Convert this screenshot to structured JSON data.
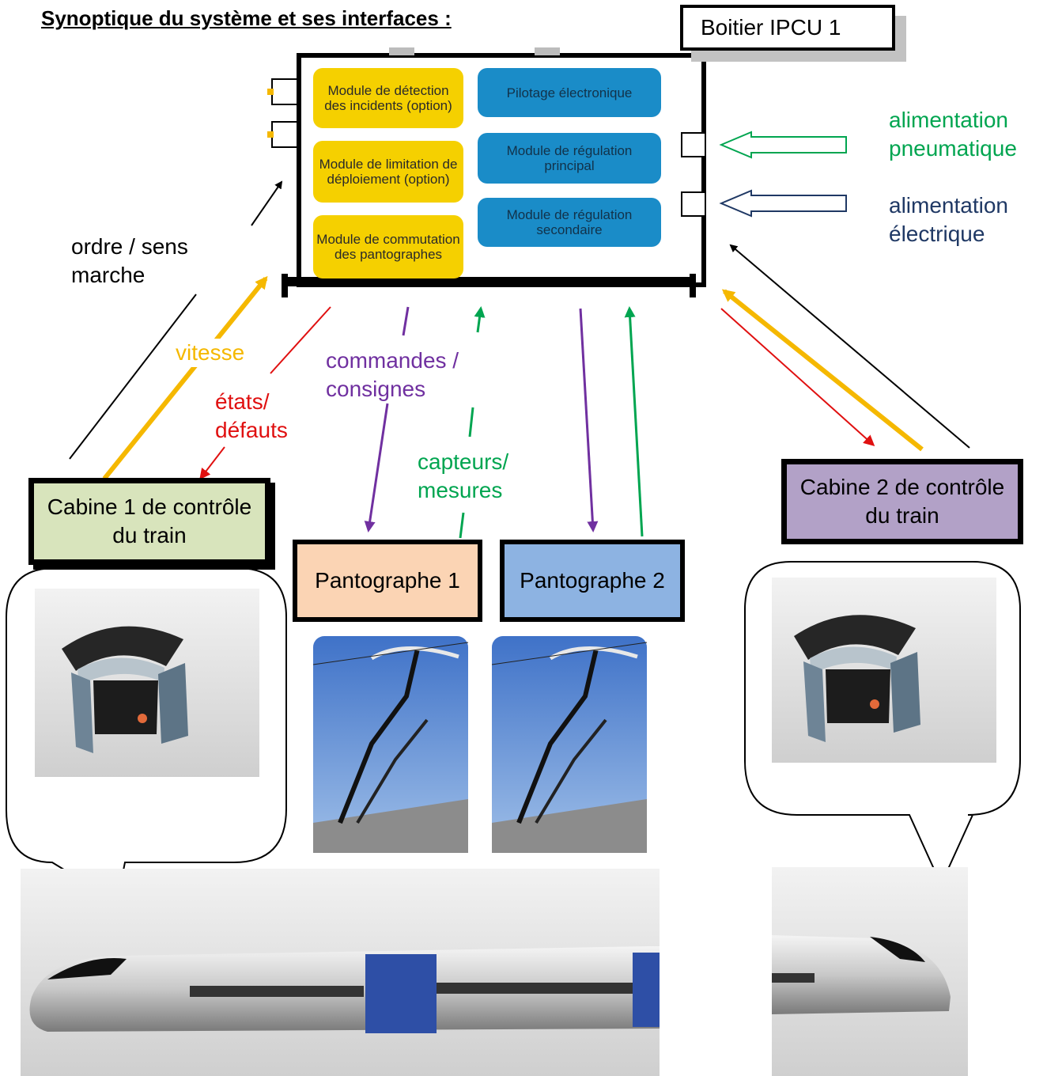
{
  "title": "Synoptique du système et ses interfaces :",
  "ipcu_box": {
    "label": "Boitier IPCU 1"
  },
  "modules": {
    "detection": "Module de détection des incidents (option)",
    "limitation": "Module de limitation de déploiement (option)",
    "commutation": "Module de commutation des pantographes",
    "pilotage": "Pilotage électronique",
    "regulation_principal": "Module de régulation principal",
    "regulation_secondaire": "Module de régulation secondaire"
  },
  "labels": {
    "alimentation_pneumatique": "alimentation pneumatique",
    "alimentation_electrique": "alimentation électrique",
    "ordre_sens_marche": "ordre / sens marche",
    "vitesse": "vitesse",
    "etats_defauts": "états/ défauts",
    "commandes_consignes": "commandes / consignes",
    "capteurs_mesures": "capteurs/ mesures"
  },
  "boxes": {
    "cabine1": "Cabine 1 de contrôle du train",
    "cabine2": "Cabine 2 de contrôle du train",
    "pantographe1": "Pantographe 1",
    "pantographe2": "Pantographe 2"
  },
  "colors": {
    "order": "#000000",
    "speed": "#f5b800",
    "state": "#e01010",
    "command": "#7030a0",
    "sensor": "#00a550",
    "pneumatic": "#00a550",
    "electric": "#1f3864",
    "cabine1_fill": "#d8e4bc",
    "cabine2_fill": "#b2a1c7",
    "panto1_fill": "#fbd4b4",
    "panto2_fill": "#8db3e2"
  }
}
